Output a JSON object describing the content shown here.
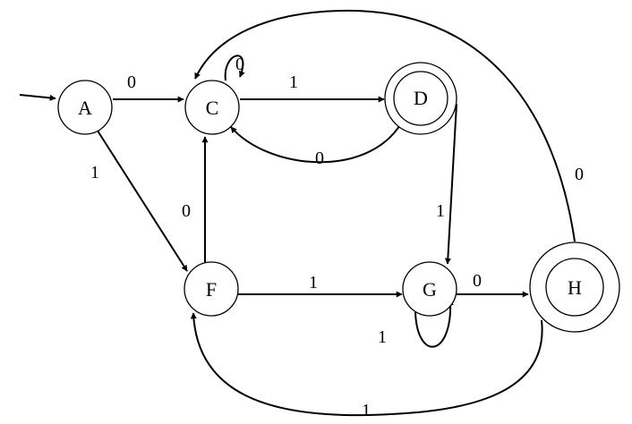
{
  "states": [
    {
      "id": "A",
      "label": "A",
      "accepting": false,
      "start": true
    },
    {
      "id": "C",
      "label": "C",
      "accepting": false,
      "start": false
    },
    {
      "id": "D",
      "label": "D",
      "accepting": true,
      "start": false
    },
    {
      "id": "F",
      "label": "F",
      "accepting": false,
      "start": false
    },
    {
      "id": "G",
      "label": "G",
      "accepting": false,
      "start": false
    },
    {
      "id": "H",
      "label": "H",
      "accepting": true,
      "start": false
    }
  ],
  "transitions": [
    {
      "id": "a-c",
      "from": "A",
      "to": "C",
      "symbol": "0"
    },
    {
      "id": "a-f",
      "from": "A",
      "to": "F",
      "symbol": "1"
    },
    {
      "id": "c-c",
      "from": "C",
      "to": "C",
      "symbol": "0"
    },
    {
      "id": "c-d",
      "from": "C",
      "to": "D",
      "symbol": "1"
    },
    {
      "id": "d-c",
      "from": "D",
      "to": "C",
      "symbol": "0"
    },
    {
      "id": "d-g",
      "from": "D",
      "to": "G",
      "symbol": "1"
    },
    {
      "id": "f-c",
      "from": "F",
      "to": "C",
      "symbol": "0"
    },
    {
      "id": "f-g",
      "from": "F",
      "to": "G",
      "symbol": "1"
    },
    {
      "id": "g-g",
      "from": "G",
      "to": "G",
      "symbol": "1"
    },
    {
      "id": "g-h",
      "from": "G",
      "to": "H",
      "symbol": "0"
    },
    {
      "id": "h-c",
      "from": "H",
      "to": "C",
      "symbol": "0"
    },
    {
      "id": "h-f",
      "from": "H",
      "to": "F",
      "symbol": "1"
    }
  ],
  "colors": {
    "stroke": "#000000",
    "background": "#ffffff"
  }
}
